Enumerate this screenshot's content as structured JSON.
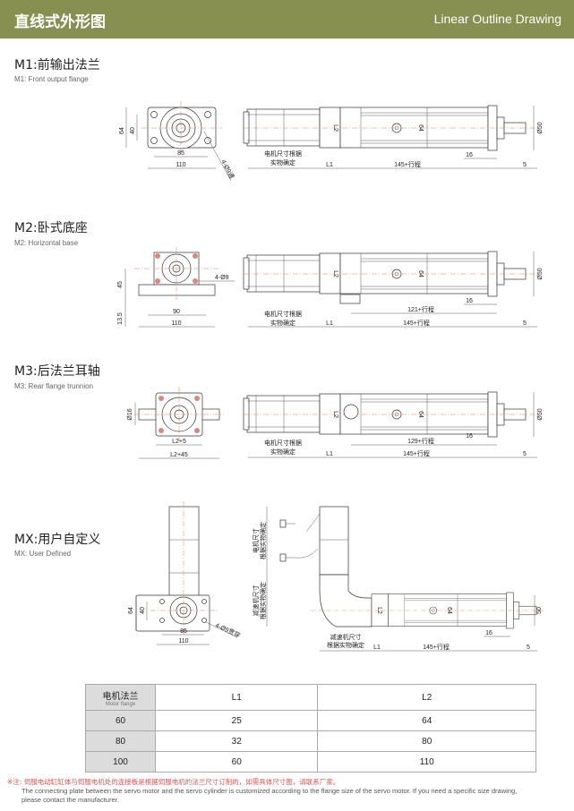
{
  "header": {
    "title_cn": "直线式外形图",
    "title_en": "Linear Outline Drawing",
    "color": "#879050"
  },
  "sections": [
    {
      "title": "M1:前输出法兰",
      "subtitle": "M1: Front output flange",
      "dims": {
        "h64": "64",
        "h40": "40",
        "w85": "85",
        "w110": "110",
        "holes": "4-Ø9通",
        "motor1": "电机尺寸根据",
        "motor2": "实物确定",
        "l1": "L1",
        "l2": "L2",
        "stroke": "145+行程",
        "d64": "64",
        "d16": "16",
        "d5": "5",
        "dia": "Ø50"
      }
    },
    {
      "title": "M2:卧式底座",
      "subtitle": "M2: Horizontal base",
      "dims": {
        "h45": "45",
        "h13": "13.5",
        "w90": "90",
        "w110": "110",
        "holes": "4-Ø9",
        "motor1": "电机尺寸根据",
        "motor2": "实物确定",
        "l1": "L1",
        "l2": "L2",
        "stroke2": "121+行程",
        "stroke": "145+行程",
        "d64": "64",
        "d16": "16",
        "d5": "5",
        "dia": "Ø50"
      }
    },
    {
      "title": "M3:后法兰耳轴",
      "subtitle": "M3: Rear flange trunnion",
      "dims": {
        "d16": "Ø16",
        "w1": "L2+5",
        "w2": "L2+45",
        "motor1": "电机尺寸根据",
        "motor2": "实物确定",
        "l1": "L1",
        "l2": "L2",
        "stroke2": "129+行程",
        "stroke": "145+行程",
        "d64": "64",
        "e16": "16",
        "d5": "5",
        "dia": "Ø50"
      }
    },
    {
      "title": "MX:用户自定义",
      "subtitle": "MX: User Defined",
      "dims": {
        "h64": "64",
        "h40": "40",
        "w85": "85",
        "w110": "110",
        "holes": "4-Ø9贯穿",
        "motor1": "电机尺寸",
        "motor2": "根据实物确定",
        "gear1": "减速机尺寸",
        "gear2": "根据实物确定",
        "gearb1": "减速机尺寸",
        "gearb2": "根据实物确定",
        "l1": "L1",
        "l2": "L2",
        "stroke": "145+行程",
        "d64": "64",
        "d16": "16",
        "d5": "5",
        "dia": "50"
      }
    }
  ],
  "table": {
    "header": {
      "cn": "电机法兰",
      "en": "Motor flange",
      "l1": "L1",
      "l2": "L2"
    },
    "rows": [
      {
        "flange": "60",
        "l1": "25",
        "l2": "64"
      },
      {
        "flange": "80",
        "l1": "32",
        "l2": "80"
      },
      {
        "flange": "100",
        "l1": "60",
        "l2": "110"
      }
    ]
  },
  "footnote": {
    "cn": "※注: 伺服电动缸缸体与伺服电机处的连接板是根据伺服电机的法兰尺寸订制的，如需具体尺寸图，请联系厂家。",
    "en": "The connecting plate between the servo motor and the servo cylinder is customized according to the flange size of the servo motor. If you need a specific size drawing, please contact the manufacturer."
  }
}
